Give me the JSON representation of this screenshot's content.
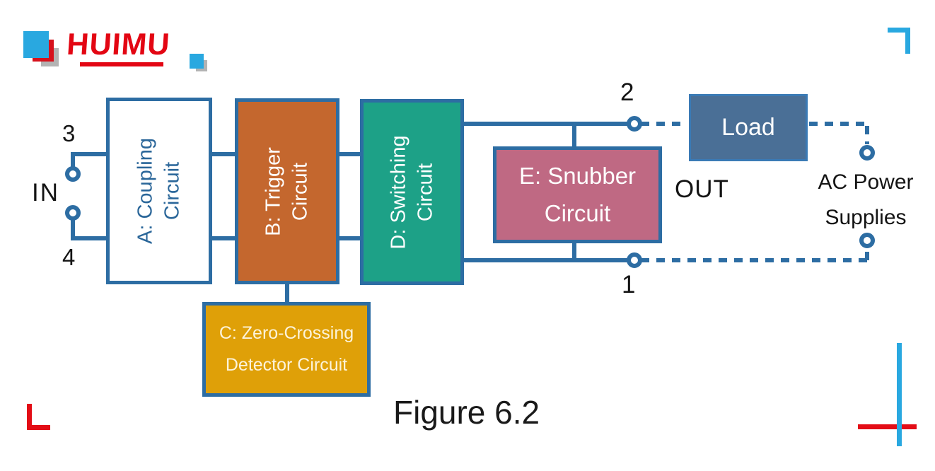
{
  "logo": {
    "brand": "HUIMU"
  },
  "figure": {
    "caption": "Figure 6.2"
  },
  "diagram": {
    "input": {
      "label": "IN",
      "terminal_top": "3",
      "terminal_bottom": "4"
    },
    "output": {
      "label": "OUT",
      "terminal_top": "2",
      "terminal_bottom": "1"
    },
    "blocks": {
      "coupling": {
        "line1": "A: Coupling",
        "line2": "Circuit"
      },
      "trigger": {
        "line1": "B: Trigger",
        "line2": "Circuit"
      },
      "zero_crossing": {
        "line1": "C: Zero-Crossing",
        "line2": "Detector Circuit"
      },
      "switching": {
        "line1": "D: Switching",
        "line2": "Circuit"
      },
      "snubber": {
        "line1": "E: Snubber",
        "line2": "Circuit"
      },
      "load": {
        "label": "Load"
      }
    },
    "ac_supply": {
      "line1": "AC Power",
      "line2": "Supplies"
    }
  },
  "colors": {
    "wire_blue": "#2D6DA3",
    "block_a_bg": "#FFFFFF",
    "block_a_text": "#2A6699",
    "block_b_bg": "#C4672E",
    "block_c_bg": "#DFA008",
    "block_c_text": "#FCF3DA",
    "block_d_bg": "#1DA187",
    "block_e_bg": "#BF6983",
    "load_bg": "#4A6F96",
    "logo_red": "#E30613",
    "logo_blue": "#29A8E0",
    "mark_red": "#E30D16",
    "mark_blue": "#29A8E0",
    "label_black": "#141414"
  }
}
